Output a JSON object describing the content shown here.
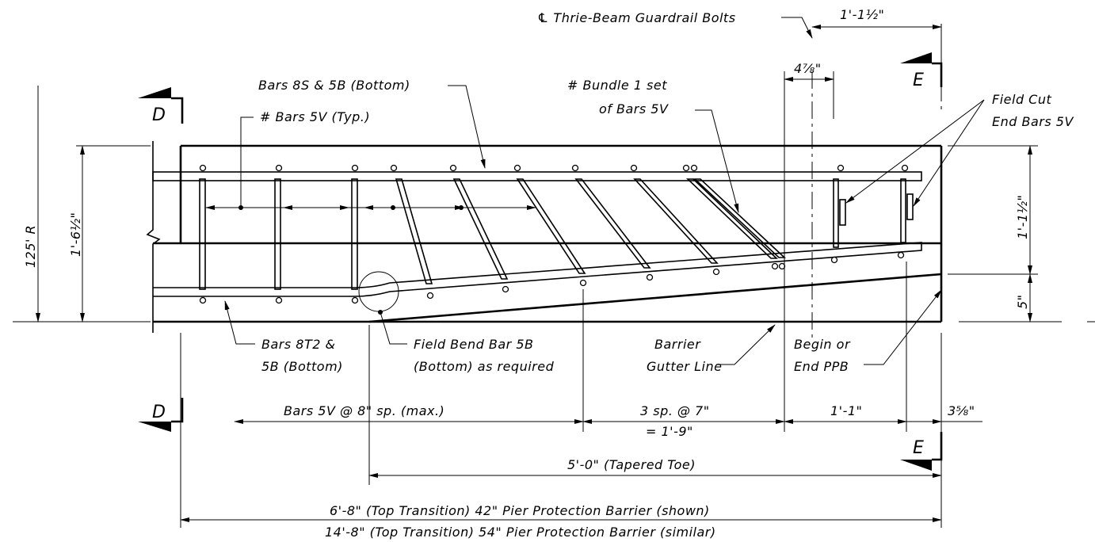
{
  "labels": {
    "guardrail_bolts": "℄ Thrie-Beam Guardrail Bolts",
    "bars_8s_5b": "Bars 8S & 5B (Bottom)",
    "bars_5v_typ": "# Bars 5V (Typ.)",
    "bundle_1": "# Bundle 1 set",
    "bundle_2": "of Bars 5V",
    "field_cut_1": "Field Cut",
    "field_cut_2": "End Bars 5V",
    "bars_8t2_1": "Bars 8T2 &",
    "bars_8t2_2": "5B (Bottom)",
    "field_bend_1": "Field Bend Bar 5B",
    "field_bend_2": "(Bottom) as required",
    "gutter_1": "Barrier",
    "gutter_2": "Gutter Line",
    "ppb_1": "Begin or",
    "ppb_2": "End PPB"
  },
  "section_marks": {
    "d_top": "D",
    "d_bottom": "D",
    "e_top": "E",
    "e_bottom": "E"
  },
  "dimensions": {
    "top_right": "1'-1½\"",
    "bolt_offset": "4⅞\"",
    "radius": "125' R",
    "height_left": "1'-6½\"",
    "height_right": "1'-1½\"",
    "toe_height": "5\"",
    "bars_spacing": "Bars 5V @ 8\" sp. (max.)",
    "three_sp_1": "3 sp. @ 7\"",
    "three_sp_2": "= 1'-9\"",
    "one_one": "1'-1\"",
    "end_offset": "3⅝\"",
    "tapered_toe": "5'-0\" (Tapered Toe)",
    "transition_42": "6'-8\" (Top Transition) 42\" Pier Protection Barrier (shown)",
    "transition_54": "14'-8\" (Top Transition) 54\" Pier Protection Barrier (similar)"
  }
}
